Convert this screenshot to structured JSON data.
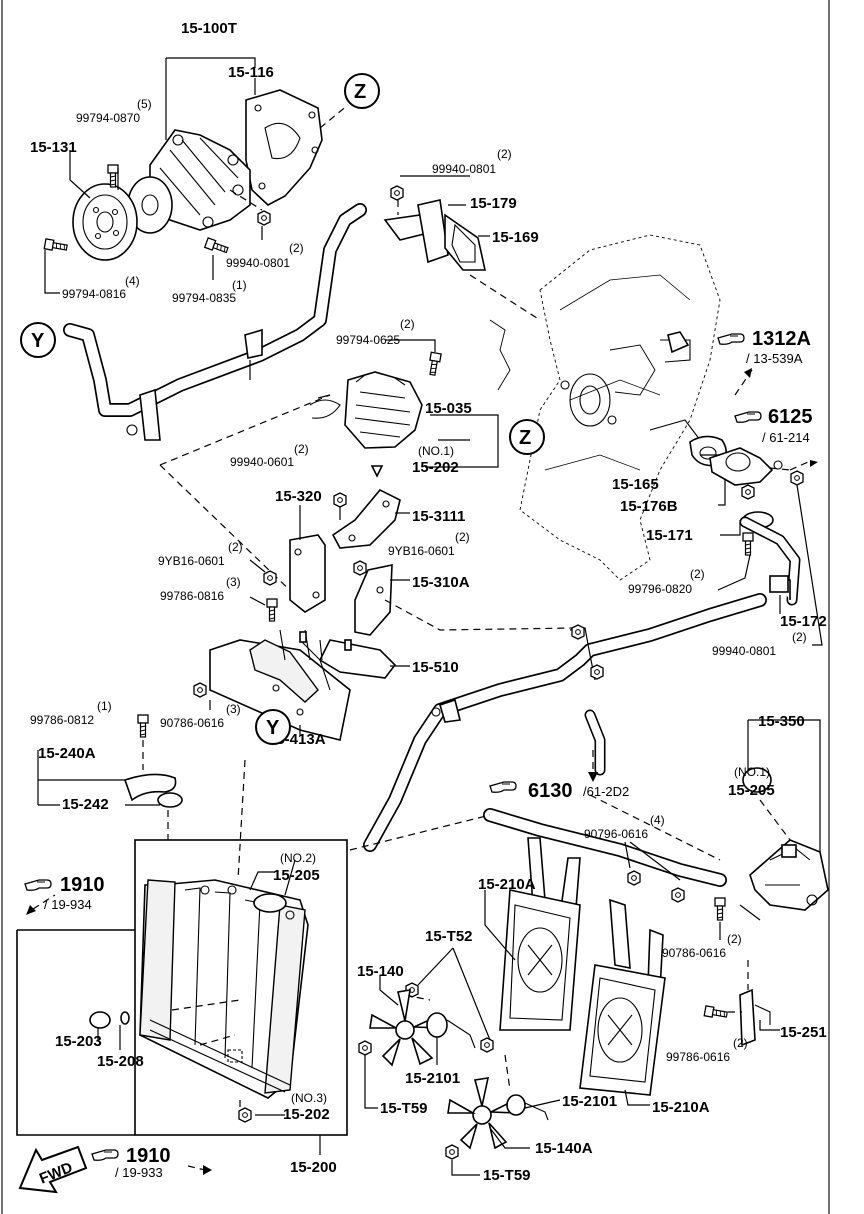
{
  "labels": {
    "l_15_100T": "15-100T",
    "l_15_116": "15-116",
    "l_99794_0870_q": "(5)",
    "l_99794_0870": "99794-0870",
    "l_15_131": "15-131",
    "l_99940_0801_a_q": "(2)",
    "l_99940_0801_a": "99940-0801",
    "l_15_179": "15-179",
    "l_15_169": "15-169",
    "l_99940_0801_b_q": "(2)",
    "l_99940_0801_b": "99940-0801",
    "l_99794_0816_q": "(4)",
    "l_99794_0816": "99794-0816",
    "l_99794_0835_q": "(1)",
    "l_99794_0835": "99794-0835",
    "l_99794_0625_q": "(2)",
    "l_99794_0625": "99794-0625",
    "l_15_035": "15-035",
    "l_15_202a_q": "(NO.1)",
    "l_15_202a": "15-202",
    "l_99940_0601_q": "(2)",
    "l_99940_0601": "99940-0601",
    "l_15_320": "15-320",
    "l_15_3111": "15-3111",
    "l_9YB16_0601a_q": "(2)",
    "l_9YB16_0601a": "9YB16-0601",
    "l_9YB16_0601b_q": "(2)",
    "l_9YB16_0601b": "9YB16-0601",
    "l_15_310A": "15-310A",
    "l_99786_0816a_q": "(3)",
    "l_99786_0816a": "99786-0816",
    "l_15_510": "15-510",
    "l_99786_0812_q": "(1)",
    "l_99786_0812": "99786-0812",
    "l_90786_0616a_q": "(3)",
    "l_90786_0616a": "90786-0616",
    "l_15_413A": "15-413A",
    "l_15_240A": "15-240A",
    "l_15_242": "15-242",
    "l_15_165": "15-165",
    "l_15_176B": "15-176B",
    "l_15_171": "15-171",
    "l_99796_0820_q": "(2)",
    "l_99796_0820": "99796-0820",
    "l_15_172": "15-172",
    "l_99940_0801_c_q": "(2)",
    "l_99940_0801_c": "99940-0801",
    "l_15_350": "15-350",
    "l_15_205a_q": "(NO.1)",
    "l_15_205a": "15-205",
    "l_90796_0616_q": "(4)",
    "l_90796_0616": "90796-0616",
    "l_15_210A_a": "15-210A",
    "l_15_T52": "15-T52",
    "l_15_140": "15-140",
    "l_90786_0616b_q": "(2)",
    "l_90786_0616b": "90786-0616",
    "l_15_205b_q": "(NO.2)",
    "l_15_205b": "15-205",
    "l_15_203": "15-203",
    "l_15_208": "15-208",
    "l_15_2101a": "15-2101",
    "l_15_251": "15-251",
    "l_99786_0616_q": "(2)",
    "l_99786_0616": "99786-0616",
    "l_15_202b_q": "(NO.3)",
    "l_15_202b": "15-202",
    "l_15_T59a": "15-T59",
    "l_15_2101b": "15-2101",
    "l_15_210A_b": "15-210A",
    "l_15_140A": "15-140A",
    "l_15_T59b": "15-T59",
    "l_15_200": "15-200"
  },
  "refs": {
    "r1312A": "1312A",
    "r1312A_sub": "/ 13-539A",
    "r6125": "6125",
    "r6125_sub": "/ 61-214",
    "r6130": "6130",
    "r6130_sub": "/61-2D2",
    "r1910a": "1910",
    "r1910a_sub": "/ 19-934",
    "r1910b": "1910",
    "r1910b_sub": "/ 19-933"
  },
  "callouts": {
    "z1": "Z",
    "z2": "Z",
    "y1": "Y",
    "y2": "Y"
  },
  "fwd": "FWD"
}
